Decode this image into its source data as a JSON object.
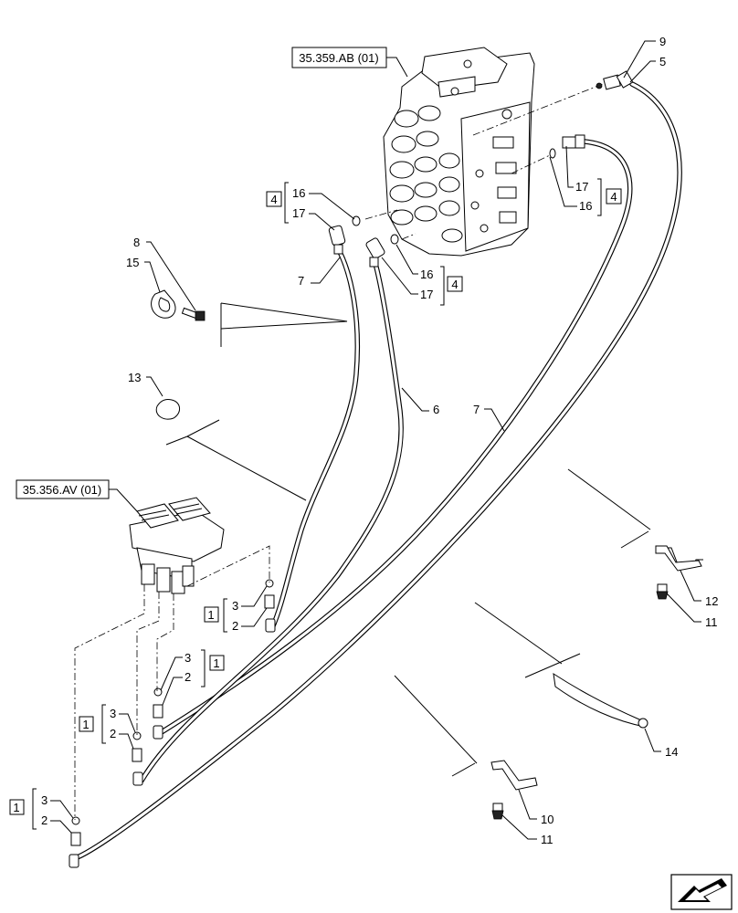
{
  "references": {
    "valve_ref": "35.359.AB (01)",
    "joystick_ref": "35.356.AV (01)"
  },
  "callouts": {
    "n1": "1",
    "n2": "2",
    "n3": "3",
    "n4": "4",
    "n5": "5",
    "n6": "6",
    "n7": "7",
    "n8": "8",
    "n9": "9",
    "n10": "10",
    "n11": "11",
    "n12": "12",
    "n13": "13",
    "n14": "14",
    "n15": "15",
    "n16": "16",
    "n17": "17"
  },
  "icons": {
    "corner": "arrow-icon"
  }
}
